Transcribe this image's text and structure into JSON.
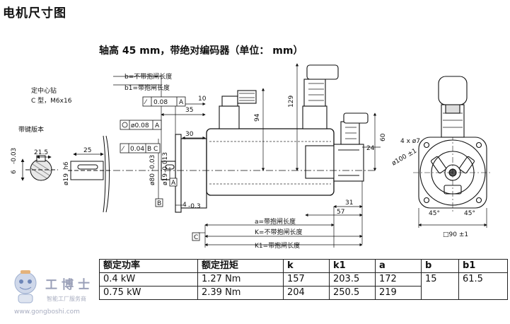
{
  "page_title": "电机尺寸图",
  "subtitle": "轴高 45 mm，带绝对编码器（单位： mm）",
  "labels": {
    "center_hole": "定中心钻",
    "center_hole_spec": "C 型，M6x16",
    "keyed_version": "带键版本",
    "b_label": "b=不带抱闸长度",
    "b1_label": "b1=带抱闸长度",
    "a_label": "a=带抱闸长度",
    "k_label": "K=不带抱闸长度",
    "k1_label": "K1=带抱闸长度"
  },
  "dimensions": {
    "d_10": "10",
    "d_35": "35",
    "d_30": "30",
    "d_94": "94",
    "d_129": "129",
    "d_60": "60",
    "d_24": "24",
    "d_31": "31",
    "d_57": "57",
    "d_4": "4",
    "d_4_tol": "-0.3",
    "d_21_5": "21.5",
    "d_25": "25",
    "d_6": "6",
    "d_6_tol": "-0.03",
    "d_h6": "h6",
    "d_phi19": "ø19",
    "d_phi80": "ø80",
    "d_phi80_tol": "-0.03",
    "d_phi19_shaft": "ø19",
    "d_phi19_tol": "-0.013",
    "bolt_holes": "4 x ø7",
    "pcd": "ø100 ±1",
    "square": "□90 ±1",
    "angle_a": "45°",
    "angle_b": "45°"
  },
  "tolerances": {
    "runout_1": "0.08",
    "runout_1_ref": "A",
    "concentric": "ø0.08",
    "concentric_ref": "A",
    "runout_2": "0.04",
    "runout_2_ref": "B C",
    "datum_a": "A",
    "datum_b": "B",
    "datum_c": "C"
  },
  "table": {
    "headers": [
      "额定功率",
      "额定扭矩",
      "k",
      "k1",
      "a",
      "b",
      "b1"
    ],
    "rows": [
      [
        "0.4 kW",
        "1.27 Nm",
        "157",
        "203.5",
        "172",
        "15",
        "61.5"
      ],
      [
        "0.75 kW",
        "2.39 Nm",
        "204",
        "250.5",
        "219",
        "",
        ""
      ]
    ]
  },
  "watermark": {
    "brand": "工博士",
    "sub": "智能工厂服务商",
    "url": "www.gongboshi.com"
  }
}
